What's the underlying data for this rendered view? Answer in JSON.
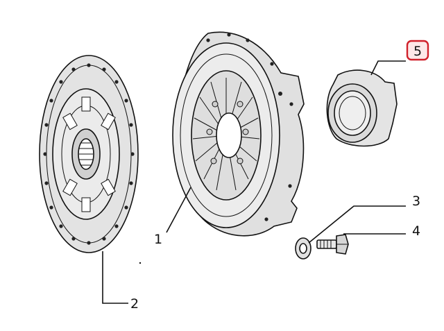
{
  "callouts": [
    {
      "id": "1",
      "label": "1"
    },
    {
      "id": "2",
      "label": "2"
    },
    {
      "id": "3",
      "label": "3"
    },
    {
      "id": "4",
      "label": "4"
    },
    {
      "id": "5",
      "label": "5",
      "highlighted": true
    }
  ],
  "colors": {
    "line": "#111111",
    "part_fill": "#e6e6e6",
    "part_shade": "#bdbdbd",
    "highlight_border": "#d0202a",
    "highlight_fill": "#fde8e8"
  }
}
